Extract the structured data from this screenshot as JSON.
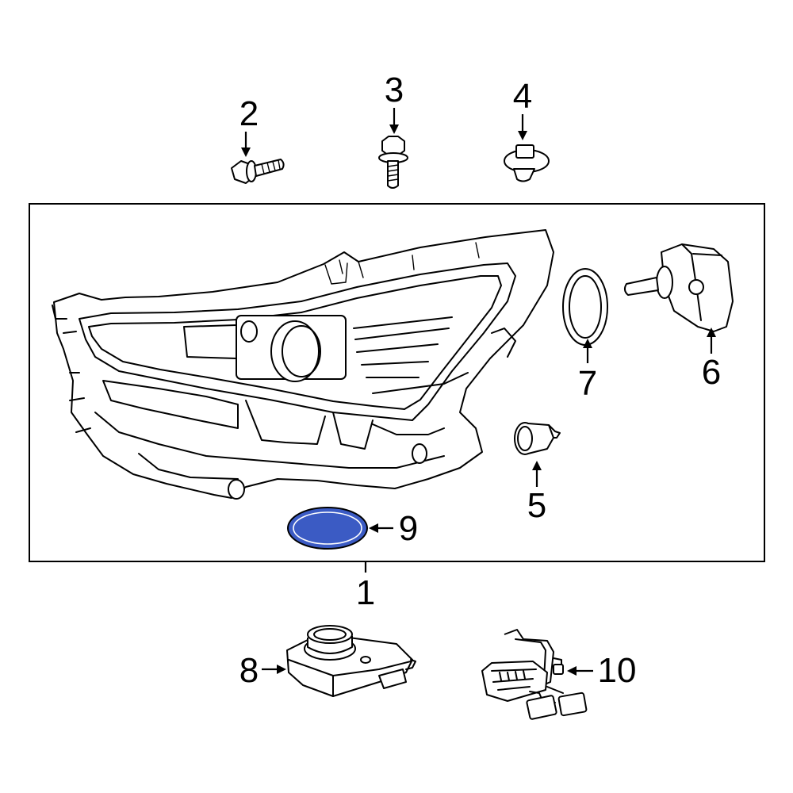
{
  "callouts": {
    "c1": "1",
    "c2": "2",
    "c3": "3",
    "c4": "4",
    "c5": "5",
    "c6": "6",
    "c7": "7",
    "c8": "8",
    "c9": "9",
    "c10": "10"
  },
  "colors": {
    "highlight": "#3b5bc4",
    "line": "#000000"
  },
  "highlighted_part": "9"
}
